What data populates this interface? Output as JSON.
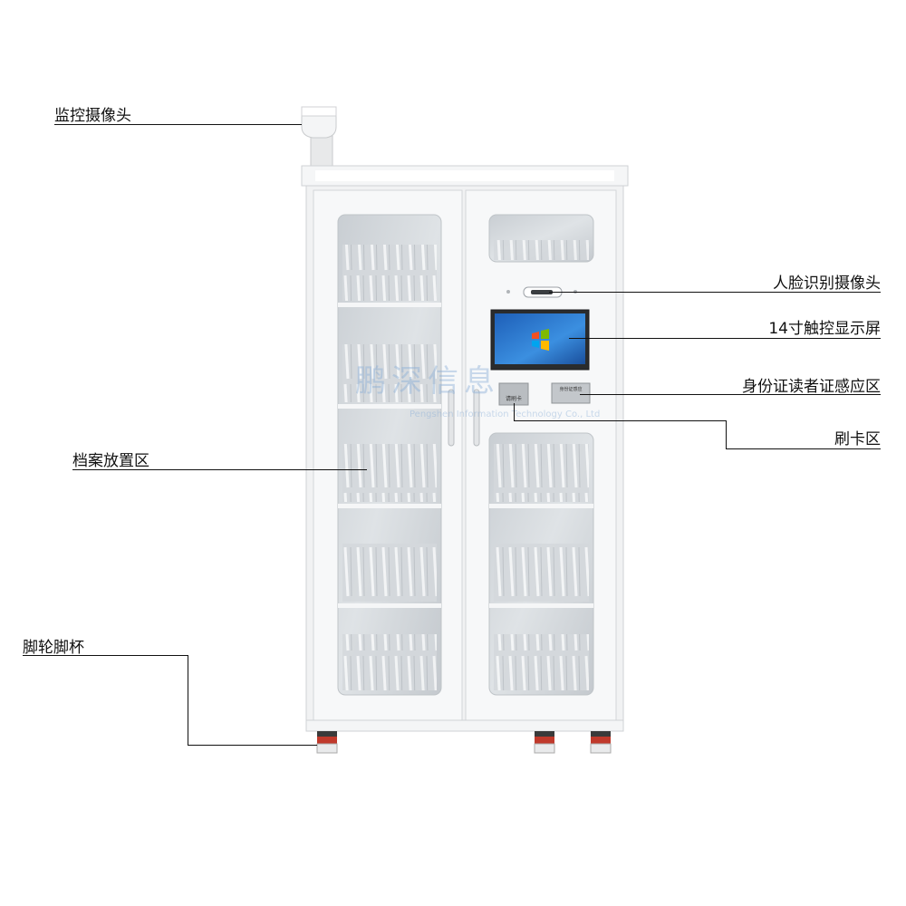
{
  "labels": {
    "camera": "监控摄像头",
    "face_camera": "人脸识别摄像头",
    "screen": "14寸触控显示屏",
    "id_reader": "身份证读者证感应区",
    "card_area": "刷卡区",
    "archive_area": "档案放置区",
    "casters": "脚轮脚杯"
  },
  "panel_text": {
    "card_reader": "请刷卡",
    "id_reader": "身份证感应"
  },
  "watermark": {
    "brand": "鹏深信息",
    "sub": "Pengshen Information Technology Co., Ltd"
  },
  "colors": {
    "cabinet": "#f3f4f5",
    "glass": "#cfd4d8",
    "frame": "#e6e8ea",
    "screen_bg": "#2f7fd6",
    "caster_red": "#c0392b"
  }
}
